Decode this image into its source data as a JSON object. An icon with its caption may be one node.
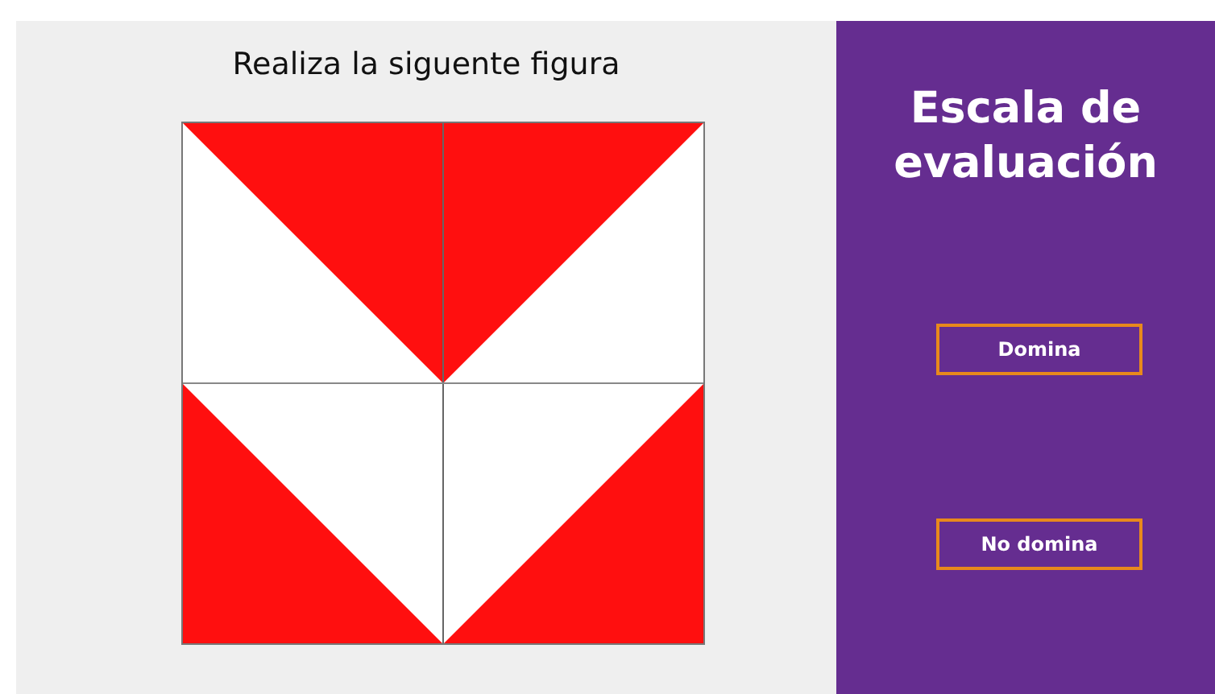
{
  "diagram": {
    "title": "Realiza la siguente figura",
    "nodes": [
      {
        "text": [
          "Escala de evaluación"
        ]
      },
      {
        "text": [
          "Domina"
        ],
        "in": 0
      },
      {
        "text": [
          "No domina"
        ],
        "in": 0
      }
    ]
  }
}
